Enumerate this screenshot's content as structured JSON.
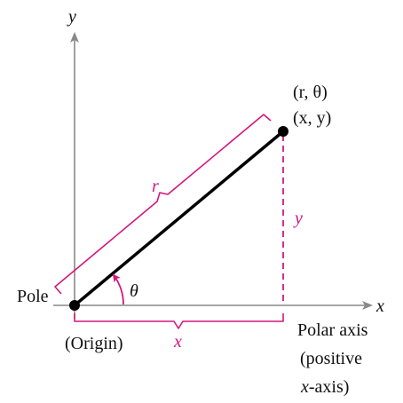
{
  "diagram": {
    "axis_y_label": "y",
    "axis_x_label": "x",
    "point_polar_label": "(r, θ)",
    "point_rect_label": "(x, y)",
    "r_label": "r",
    "y_label": "y",
    "x_label": "x",
    "theta_label": "θ",
    "pole_label": "Pole",
    "origin_label": "(Origin)",
    "polar_axis_line1": "Polar axis",
    "polar_axis_line2": "(positive",
    "polar_axis_line3": "x-axis)",
    "colors": {
      "axis": "#888888",
      "segment": "#000000",
      "annotation": "#d4177f"
    }
  }
}
